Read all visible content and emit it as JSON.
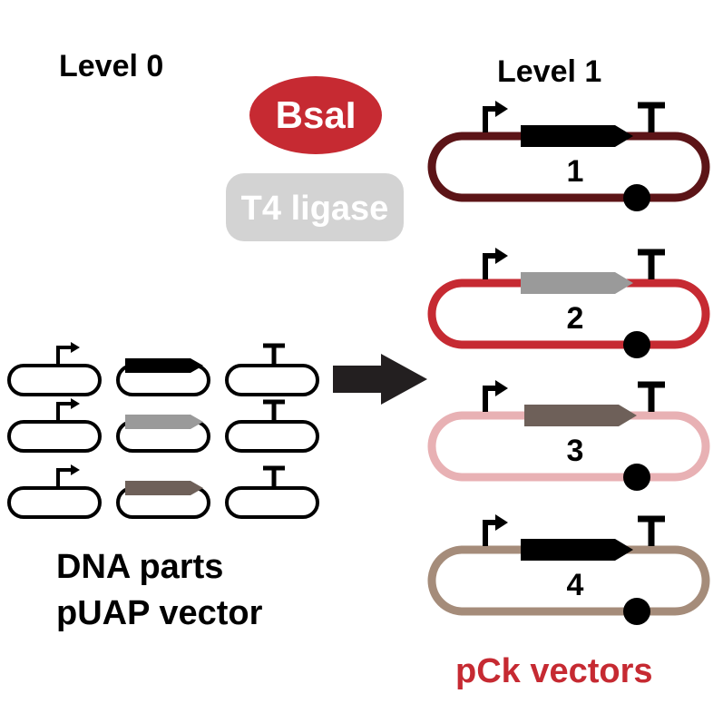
{
  "level0": {
    "title": "Level 0"
  },
  "level1": {
    "title": "Level 1"
  },
  "enzyme": {
    "label": "BsaI",
    "color": "#c62a32"
  },
  "ligase": {
    "label": "T4 ligase",
    "color": "#d3d3d3"
  },
  "parts_caption": {
    "line1": "DNA parts",
    "line2": "pUAP vector"
  },
  "output_caption": {
    "label": "pCk vectors",
    "color": "#c62a32"
  },
  "cds_colors": [
    "#000000",
    "#9a9a9a",
    "#6e6059"
  ],
  "vectors": [
    {
      "number": "1",
      "backbone_color": "#5c1417",
      "cds_color": "#000000"
    },
    {
      "number": "2",
      "backbone_color": "#c62a32",
      "cds_color": "#9a9a9a"
    },
    {
      "number": "3",
      "backbone_color": "#e8b1b4",
      "cds_color": "#6e6059"
    },
    {
      "number": "4",
      "backbone_color": "#a58c7a",
      "cds_color": "#000000"
    }
  ]
}
